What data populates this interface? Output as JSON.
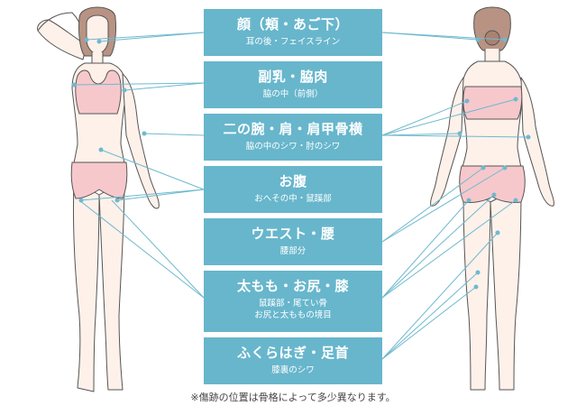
{
  "areas": [
    {
      "title": "顔（頬・あご下）",
      "lines": [
        "耳の後・フェイスライン"
      ]
    },
    {
      "title": "副乳・脇肉",
      "lines": [
        "脇の中（前側）"
      ]
    },
    {
      "title": "二の腕・肩・肩甲骨横",
      "lines": [
        "脇の中のシワ・肘のシワ"
      ]
    },
    {
      "title": "お腹",
      "lines": [
        "おへその中・鼠蹊部"
      ]
    },
    {
      "title": "ウエスト・腰",
      "lines": [
        "腰部分"
      ]
    },
    {
      "title": "太もも・お尻・膝",
      "lines": [
        "鼠蹊部・尾てい骨",
        "お尻と太ももの境目"
      ]
    },
    {
      "title": "ふくらはぎ・足首",
      "lines": [
        "膝裏のシワ"
      ]
    }
  ],
  "note": "※傷跡の位置は骨格によって多少異なります。",
  "colors": {
    "box": "#67b6cc",
    "line": "#6fb9cf",
    "underwear": "#f6c8cc",
    "skin": "#fdf1ea",
    "outline": "#555555"
  }
}
